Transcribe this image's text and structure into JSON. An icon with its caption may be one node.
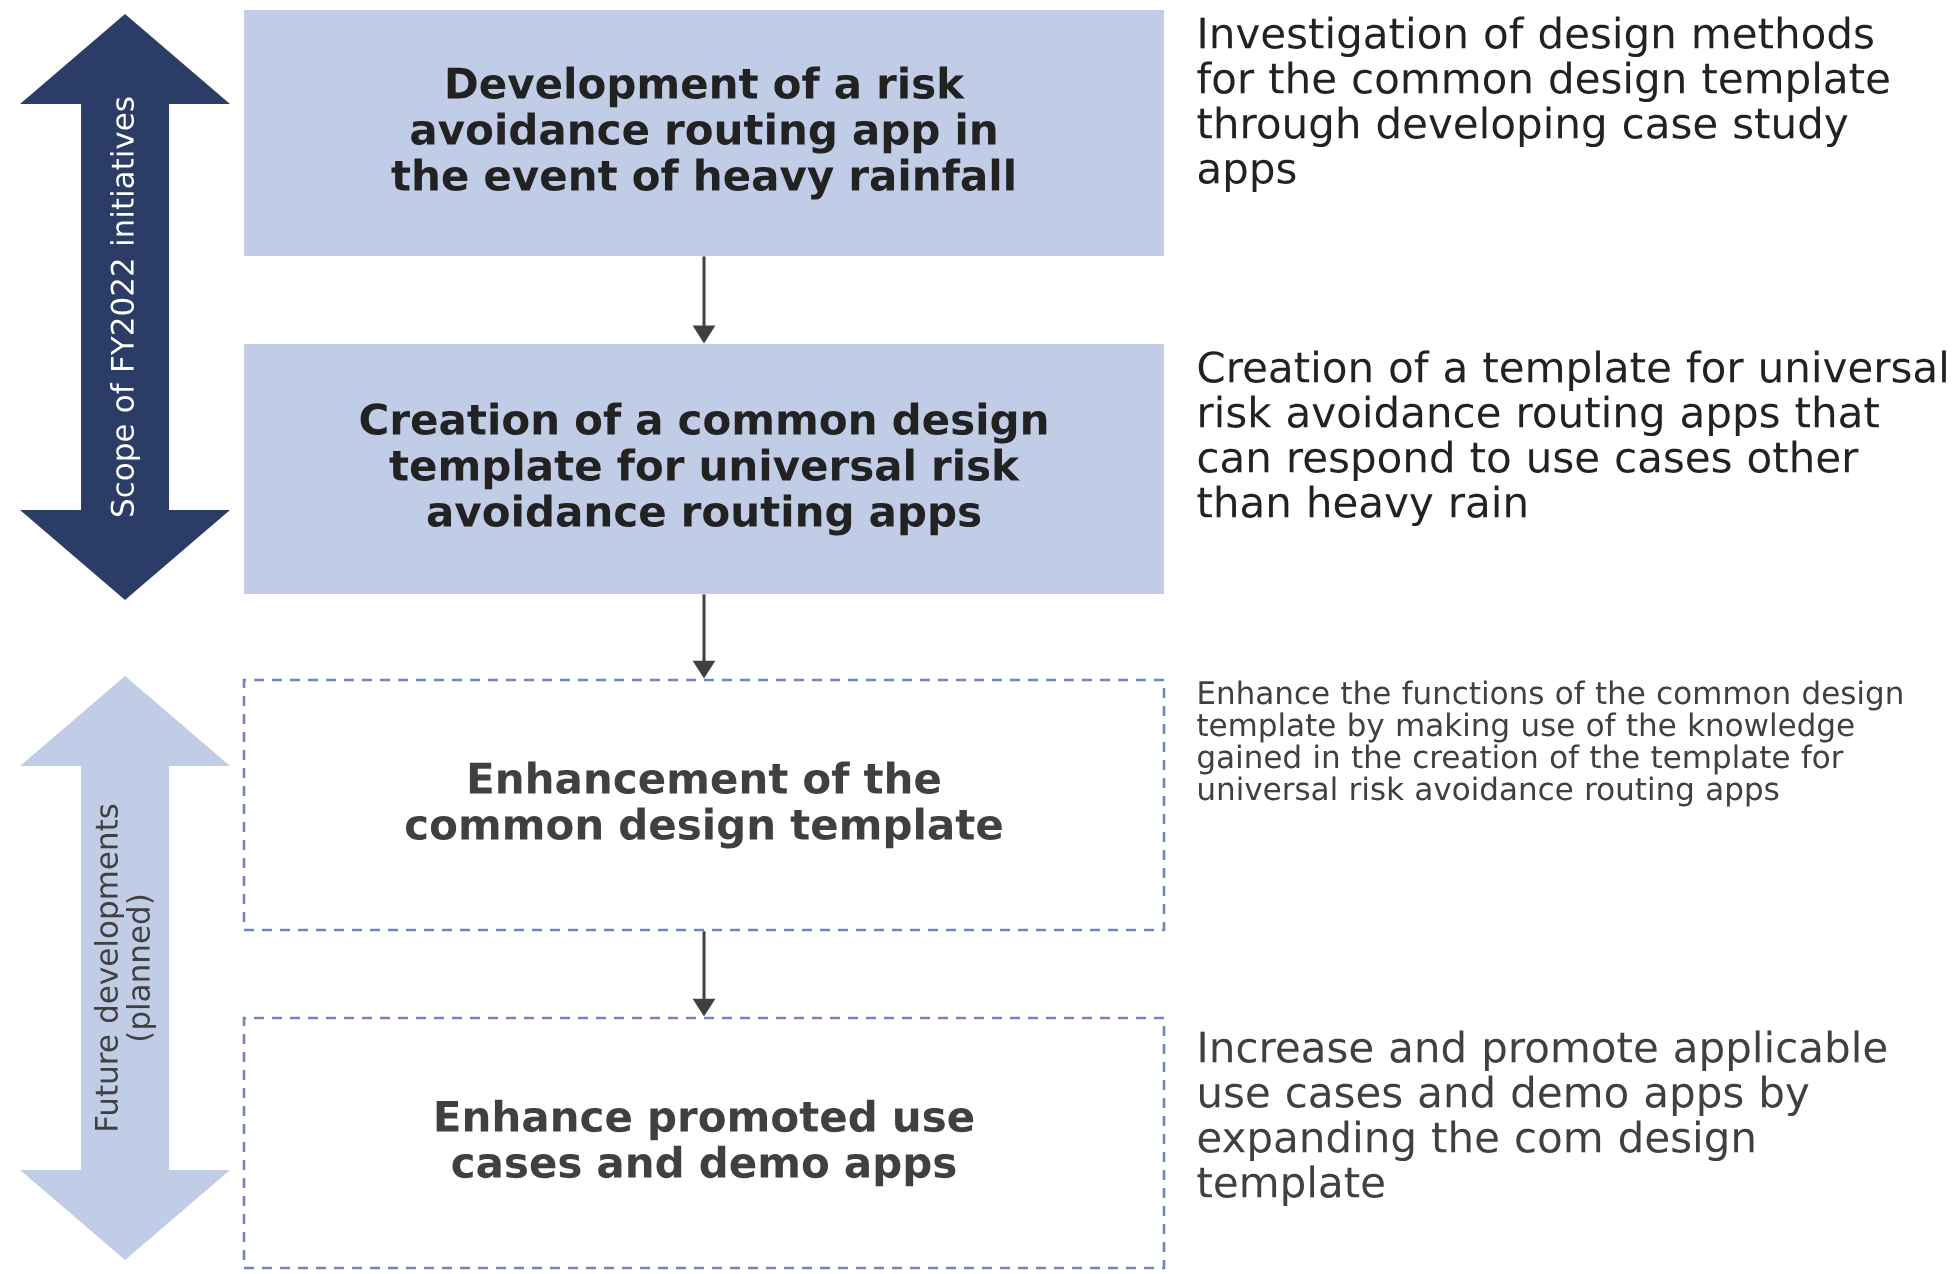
{
  "diagram": {
    "nodes": [
      {
        "text": [
          "Scope of FY2022 initiatives"
        ]
      },
      {
        "text": [
          "Development of a risk avoidance routing app in the event of heavy rainfall"
        ],
        "beside": [
          "Investigation of design methods for the common design template through developing case study apps"
        ]
      },
      {
        "text": [
          "Creation of a common design template for universal risk avoidance routing apps"
        ],
        "beside": [
          "Creation of a template for universal risk avoidance routing apps that can respond to use cases other than heavy rain"
        ]
      },
      {
        "text": [
          "Future developments (planned)"
        ]
      },
      {
        "text": [
          "Enhancement of the common design template"
        ],
        "beside": [
          "Enhance the functions of the common design template by making use of the knowledge gained in the creation of the template for universal risk avoidance routing apps"
        ]
      },
      {
        "text": [
          "Enhance promoted use cases and demo apps"
        ],
        "beside": [
          "Increase and promote applicable use cases and demo apps by expanding the com design template"
        ]
      }
    ],
    "edges": [
      {
        "from": 1,
        "to": 2,
        "arrow": "to"
      },
      {
        "from": 2,
        "to": 4,
        "arrow": "to"
      },
      {
        "from": 4,
        "to": 5,
        "arrow": "to"
      }
    ]
  }
}
